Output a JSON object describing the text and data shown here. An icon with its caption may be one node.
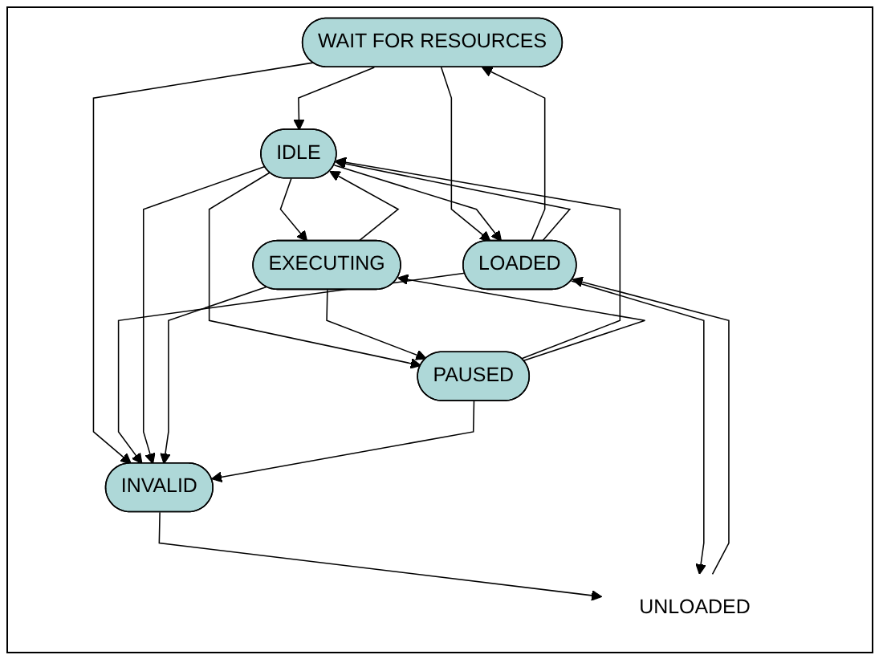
{
  "diagram": {
    "nodes": [
      {
        "text": [
          "WAIT FOR RESOURCES"
        ]
      },
      {
        "text": [
          "IDLE"
        ]
      },
      {
        "text": [
          "LOADED"
        ]
      },
      {
        "text": [
          "INVALID"
        ]
      },
      {
        "text": [
          "EXECUTING"
        ]
      },
      {
        "text": [
          "UNLOADED"
        ]
      },
      {
        "text": [
          "PAUSED"
        ]
      }
    ],
    "edges": [
      {
        "from": 0,
        "to": 1,
        "arrow": "to"
      },
      {
        "from": 2,
        "to": 0,
        "arrow": "to"
      },
      {
        "from": 0,
        "to": 2,
        "arrow": "to"
      },
      {
        "from": 2,
        "to": 1,
        "arrow": "to"
      },
      {
        "from": 1,
        "to": 2,
        "arrow": "to"
      },
      {
        "from": 0,
        "to": 3,
        "arrow": "to"
      },
      {
        "from": 2,
        "to": 3,
        "arrow": "to"
      },
      {
        "from": 1,
        "to": 3,
        "arrow": "to"
      },
      {
        "from": 1,
        "to": 4,
        "arrow": "to"
      },
      {
        "from": 4,
        "to": 1,
        "arrow": "to"
      },
      {
        "from": 4,
        "to": 3,
        "arrow": "to"
      },
      {
        "from": 3,
        "to": 5,
        "arrow": "to"
      },
      {
        "from": 5,
        "to": 2,
        "arrow": "to"
      },
      {
        "from": 2,
        "to": 5,
        "arrow": "to"
      },
      {
        "from": 6,
        "to": 1,
        "arrow": "to"
      },
      {
        "from": 1,
        "to": 6,
        "arrow": "to"
      },
      {
        "from": 6,
        "to": 3,
        "arrow": "to"
      },
      {
        "from": 6,
        "to": 4,
        "arrow": "to"
      },
      {
        "from": 4,
        "to": 6,
        "arrow": "to"
      }
    ]
  }
}
